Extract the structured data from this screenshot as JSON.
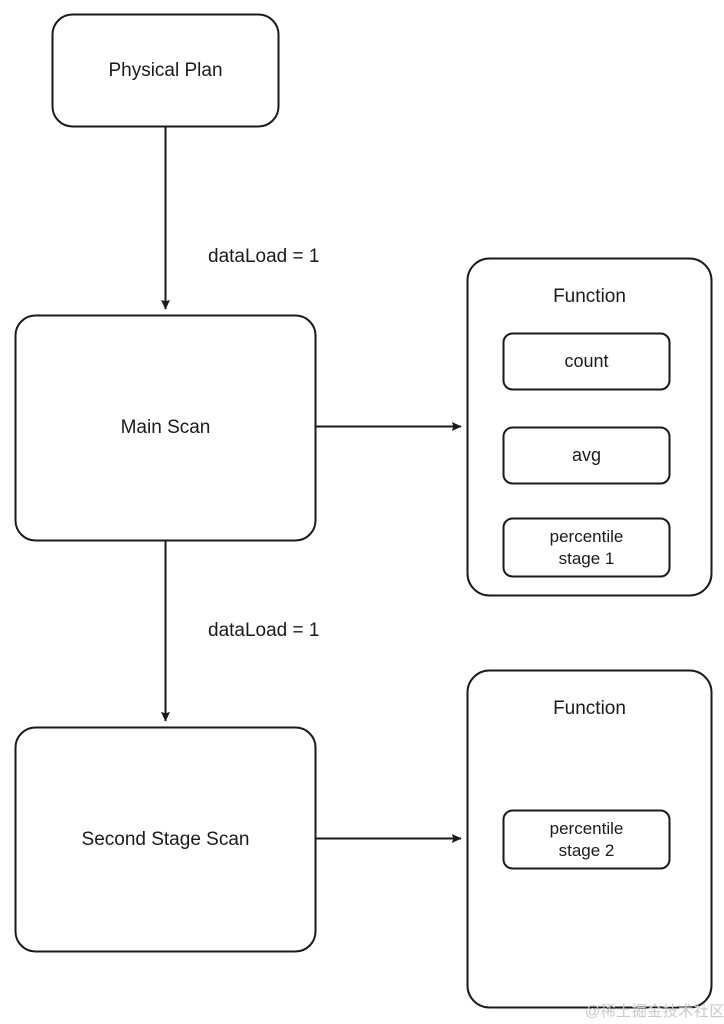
{
  "diagram": {
    "type": "flowchart",
    "title": "Physical Plan execution flow",
    "background_color": "#ffffff",
    "stroke_color": "#1a1a1a",
    "text_color": "#1a1a1a"
  },
  "nodes": {
    "physical_plan": {
      "label": "Physical Plan"
    },
    "main_scan": {
      "label": "Main Scan"
    },
    "second_stage_scan": {
      "label": "Second Stage Scan"
    },
    "function_group_top": {
      "title": "Function",
      "items": [
        {
          "label": "count"
        },
        {
          "label": "avg"
        },
        {
          "label": "percentile\nstage 1"
        }
      ]
    },
    "function_group_bottom": {
      "title": "Function",
      "items": [
        {
          "label": "percentile\nstage 2"
        }
      ]
    }
  },
  "edges": [
    {
      "from": "physical_plan",
      "to": "main_scan",
      "label": "dataLoad = 1",
      "direction": "down",
      "arrowhead": true
    },
    {
      "from": "main_scan",
      "to": "function_group_top",
      "label": "",
      "direction": "right",
      "arrowhead": true
    },
    {
      "from": "main_scan",
      "to": "second_stage_scan",
      "label": "dataLoad = 1",
      "direction": "down",
      "arrowhead": true
    },
    {
      "from": "second_stage_scan",
      "to": "function_group_bottom",
      "label": "",
      "direction": "right",
      "arrowhead": true
    }
  ],
  "edge_labels": {
    "top": "dataLoad = 1",
    "bottom": "dataLoad = 1"
  },
  "watermark": {
    "text": "@稀土掘金技术社区"
  }
}
